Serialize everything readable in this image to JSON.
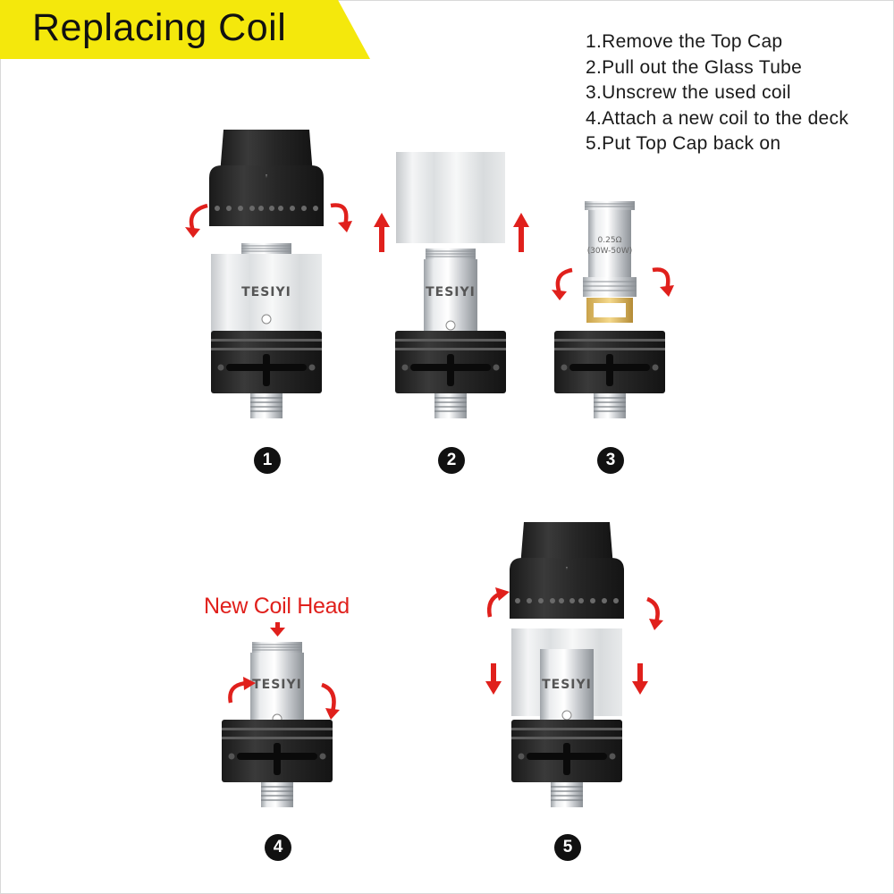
{
  "title": "Replacing Coil",
  "colors": {
    "accent": "#f4e80c",
    "arrow": "#e0201c",
    "metal": "#cfd2d6",
    "dark": "#2a2a2a"
  },
  "steps": [
    "1.Remove the Top Cap",
    "2.Pull out the Glass Tube",
    "3.Unscrew the used coil",
    "4.Attach a new coil to the deck",
    "5.Put Top Cap back on"
  ],
  "brand": "TESIYI",
  "coil_spec": {
    "resistance": "0.25Ω",
    "wattage": "(30W-50W)"
  },
  "new_coil_label": "New Coil Head",
  "badges": [
    "1",
    "2",
    "3",
    "4",
    "5"
  ]
}
